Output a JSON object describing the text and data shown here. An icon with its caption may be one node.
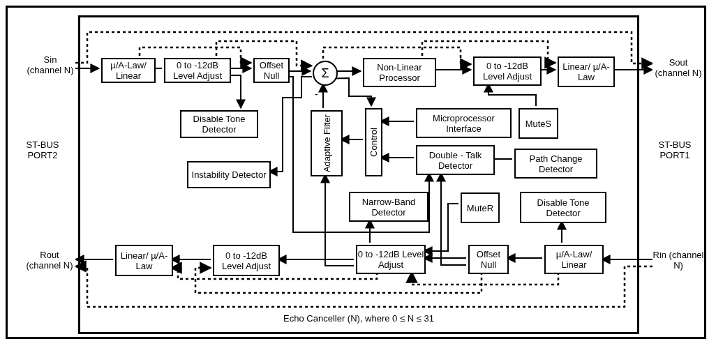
{
  "diagram": {
    "nodes": [
      {
        "text": [
          "Echo Canceller (N), where 0 ≤ N ≤ 31"
        ]
      },
      {
        "text": [
          "Sin (channel N)"
        ]
      },
      {
        "text": [
          "µ/A-Law/ Linear"
        ],
        "in": 0
      },
      {
        "text": [
          "0 to -12dB Level Adjust"
        ],
        "in": 0
      },
      {
        "text": [
          "Disable Tone Detector"
        ],
        "in": 0
      },
      {
        "text": [
          "Offset Null"
        ],
        "in": 0
      },
      {
        "text": [
          "Σ"
        ],
        "in": 0
      },
      {
        "text": [
          "Non-Linear Processor"
        ],
        "in": 0
      },
      {
        "text": [
          "0 to -12dB Level Adjust"
        ],
        "in": 0
      },
      {
        "text": [
          "Linear/ µ/A-Law"
        ],
        "in": 0
      },
      {
        "text": [
          "Sout (channel N)"
        ]
      },
      {
        "text": [
          "Adaptive Filter"
        ],
        "in": 0
      },
      {
        "text": [
          "Control"
        ],
        "in": 0
      },
      {
        "text": [
          "Microprocessor Interface"
        ],
        "in": 0
      },
      {
        "text": [
          "MuteS"
        ],
        "in": 0
      },
      {
        "text": [
          "Instability Detector"
        ],
        "in": 0
      },
      {
        "text": [
          "Double - Talk Detector"
        ],
        "in": 0
      },
      {
        "text": [
          "Path Change Detector"
        ],
        "in": 0
      },
      {
        "text": [
          "Narrow-Band Detector"
        ],
        "in": 0
      },
      {
        "text": [
          "MuteR"
        ],
        "in": 0
      },
      {
        "text": [
          "Disable Tone Detector"
        ],
        "in": 0
      },
      {
        "text": [
          "Rin (channel N)"
        ]
      },
      {
        "text": [
          "µ/A-Law/ Linear"
        ],
        "in": 0
      },
      {
        "text": [
          "Offset Null"
        ],
        "in": 0
      },
      {
        "text": [
          "0 to -12dB Level Adjust"
        ],
        "in": 0
      },
      {
        "text": [
          "0 to -12dB Level Adjust"
        ],
        "in": 0
      },
      {
        "text": [
          "Linear/ µ/A-Law"
        ],
        "in": 0
      },
      {
        "text": [
          "Rout (channel N)"
        ]
      }
    ],
    "edges": [
      {
        "from": 1,
        "to": 2,
        "arrow": "to"
      },
      {
        "from": 2,
        "to": 3,
        "arrow": "none"
      },
      {
        "from": 3,
        "to": 5,
        "arrow": "to"
      },
      {
        "from": 3,
        "to": 4,
        "arrow": "to"
      },
      {
        "from": 5,
        "to": 6,
        "arrow": "to"
      },
      {
        "from": 6,
        "to": 7,
        "arrow": "to"
      },
      {
        "from": 7,
        "to": 8,
        "arrow": "to"
      },
      {
        "from": 14,
        "to": 8,
        "arrow": "to"
      },
      {
        "from": 8,
        "to": 9,
        "arrow": "to"
      },
      {
        "from": 9,
        "to": 10,
        "arrow": "to"
      },
      {
        "from": 6,
        "to": 12,
        "arrow": "to"
      },
      {
        "from": 6,
        "to": 15,
        "arrow": "to"
      },
      {
        "from": 5,
        "to": 16,
        "arrow": "to"
      },
      {
        "from": 11,
        "to": 6,
        "arrow": "to",
        "label": "-"
      },
      {
        "from": 12,
        "to": 11,
        "arrow": "to"
      },
      {
        "from": 13,
        "to": 12,
        "arrow": "to"
      },
      {
        "from": 16,
        "to": 12,
        "arrow": "to"
      },
      {
        "from": 17,
        "to": 16,
        "arrow": "none"
      },
      {
        "from": 21,
        "to": 22,
        "arrow": "to"
      },
      {
        "from": 22,
        "to": 20,
        "arrow": "to"
      },
      {
        "from": 22,
        "to": 23,
        "arrow": "to"
      },
      {
        "from": 23,
        "to": 24,
        "arrow": "to"
      },
      {
        "from": 19,
        "to": 24,
        "arrow": "to"
      },
      {
        "from": 23,
        "to": 16,
        "arrow": "to"
      },
      {
        "from": 24,
        "to": 25,
        "arrow": "to"
      },
      {
        "from": 24,
        "to": 11,
        "arrow": "to"
      },
      {
        "from": 24,
        "to": 18,
        "arrow": "to"
      },
      {
        "from": 25,
        "to": 26,
        "arrow": "to"
      },
      {
        "from": 26,
        "to": 27,
        "arrow": "to"
      },
      {
        "from": 1,
        "to": 10,
        "arrow": "to",
        "style": "dashed"
      },
      {
        "from": 2,
        "to": 5,
        "arrow": "to",
        "style": "dashed"
      },
      {
        "from": 3,
        "to": 6,
        "arrow": "to",
        "style": "dashed"
      },
      {
        "from": 6,
        "to": 8,
        "arrow": "to",
        "style": "dashed"
      },
      {
        "from": 7,
        "to": 9,
        "arrow": "to",
        "style": "dashed"
      },
      {
        "from": 21,
        "to": 27,
        "arrow": "to",
        "style": "dashed"
      },
      {
        "from": 22,
        "to": 24,
        "arrow": "to",
        "style": "dashed"
      },
      {
        "from": 23,
        "to": 25,
        "arrow": "to",
        "style": "dashed"
      },
      {
        "from": 24,
        "to": 26,
        "arrow": "to",
        "style": "dashed"
      }
    ],
    "labels": [
      "ST-BUS PORT2",
      "ST-BUS PORT1"
    ]
  }
}
